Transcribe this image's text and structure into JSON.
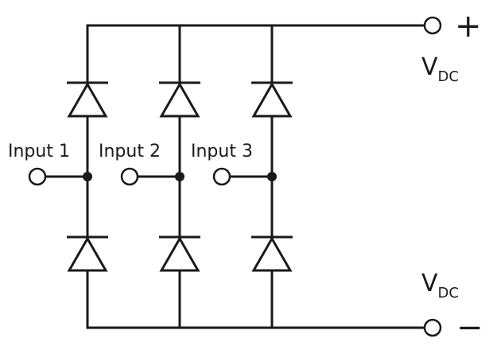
{
  "inputs": [
    {
      "label": "Input 1"
    },
    {
      "label": "Input 2"
    },
    {
      "label": "Input 3"
    }
  ],
  "output_positive": {
    "symbol": "V",
    "subscript": "DC",
    "sign": "+"
  },
  "output_negative": {
    "symbol": "V",
    "subscript": "DC",
    "sign": "−"
  }
}
